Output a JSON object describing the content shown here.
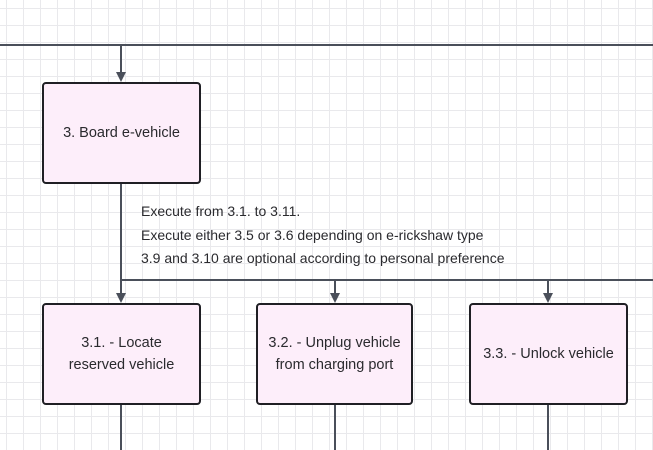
{
  "diagram": {
    "nodes": {
      "board": "3. Board  e-vehicle",
      "locate": "3.1. - Locate\nreserved vehicle",
      "unplug": "3.2. - Unplug vehicle\nfrom charging port",
      "unlock": "3.3. - Unlock vehicle"
    },
    "annotation": {
      "line1": "Execute from 3.1. to 3.11.",
      "line2": "Execute either 3.5 or 3.6 depending on e-rickshaw type",
      "line3": "3.9 and 3.10 are optional according to personal preference"
    },
    "colors": {
      "node_fill": "#fdeefa",
      "node_border": "#1f1f24",
      "connector": "#4a4f5a",
      "grid": "#e9e9ec"
    }
  }
}
